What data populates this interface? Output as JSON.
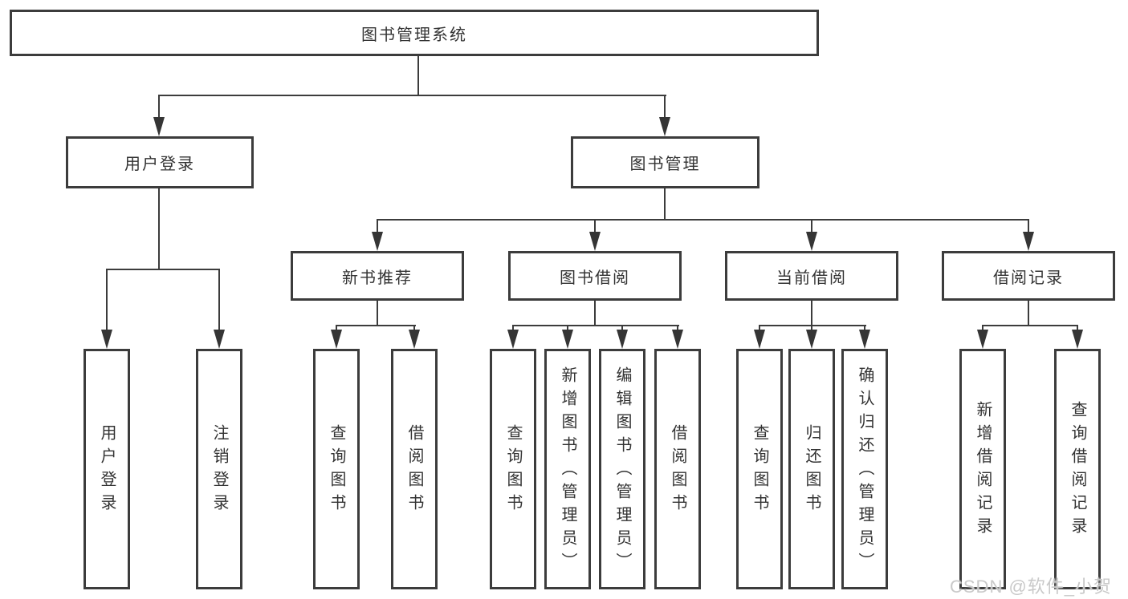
{
  "tree": {
    "label": "图书管理系统",
    "children": [
      {
        "label": "用户登录",
        "children": [
          {
            "label": "用户登录"
          },
          {
            "label": "注销登录"
          }
        ]
      },
      {
        "label": "图书管理",
        "children": [
          {
            "label": "新书推荐",
            "children": [
              {
                "label": "查询图书"
              },
              {
                "label": "借阅图书"
              }
            ]
          },
          {
            "label": "图书借阅",
            "children": [
              {
                "label": "查询图书"
              },
              {
                "label": "新增图书（管理员）"
              },
              {
                "label": "编辑图书（管理员）"
              },
              {
                "label": "借阅图书"
              }
            ]
          },
          {
            "label": "当前借阅",
            "children": [
              {
                "label": "查询图书"
              },
              {
                "label": "归还图书"
              },
              {
                "label": "确认归还（管理员）"
              }
            ]
          },
          {
            "label": "借阅记录",
            "children": [
              {
                "label": "新增借阅记录"
              },
              {
                "label": "查询借阅记录"
              }
            ]
          }
        ]
      }
    ]
  },
  "watermark": {
    "text": "CSDN @软件_小贺同学"
  },
  "colors": {
    "line": "#3c3c3c",
    "box_border": "#3c3c3c",
    "text": "#333333",
    "background": "#ffffff",
    "watermark": "#c9c9c9"
  }
}
